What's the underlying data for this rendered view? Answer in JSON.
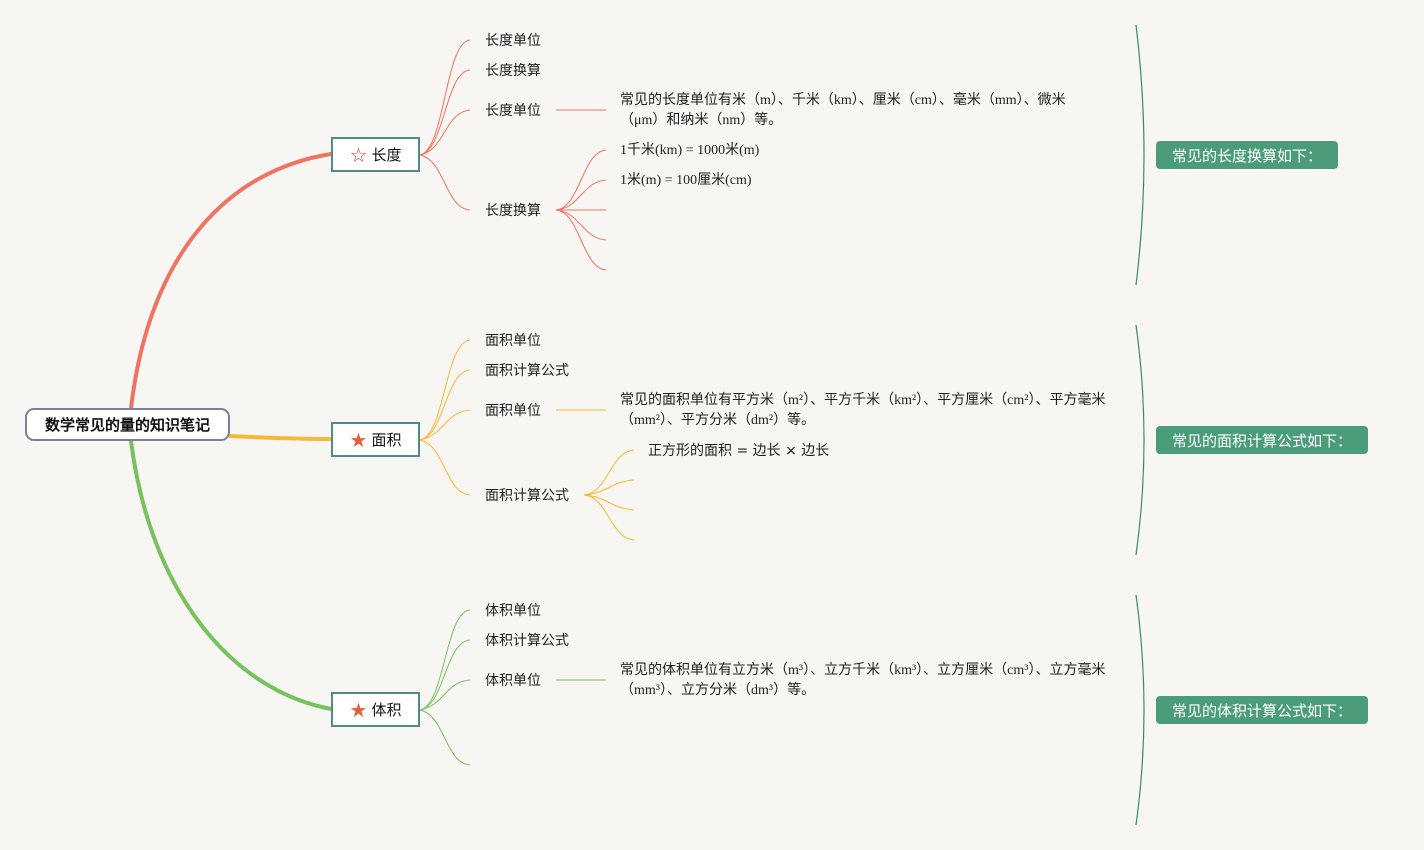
{
  "root": {
    "title": "数学常见的量的知识笔记"
  },
  "colors": {
    "length": "#ee7461",
    "area": "#f3bb34",
    "volume": "#76c25e",
    "summary": "#4b9d7a",
    "bracket": "#3d8a66",
    "node_border": "#4f8c86",
    "root_border": "#7b7f9a"
  },
  "branches": [
    {
      "name": "长度",
      "icon": "star-outline-icon",
      "topics": [
        "长度单位",
        "长度换算"
      ],
      "detail_unit": {
        "label": "长度单位",
        "note": "常见的长度单位有米（m）、千米（km）、厘米（cm）、毫米（mm）、微米（μm）和纳米（nm）等。"
      },
      "detail_formula": {
        "label": "长度换算",
        "formulas": [
          "1千米(km) = 1000米(m)",
          "1米(m) = 100厘米(cm)"
        ]
      },
      "summary": "常见的长度换算如下："
    },
    {
      "name": "面积",
      "icon": "star-filled-icon",
      "topics": [
        "面积单位",
        "面积计算公式"
      ],
      "detail_unit": {
        "label": "面积单位",
        "note": "常见的面积单位有平方米（m²）、平方千米（km²）、平方厘米（cm²）、平方毫米（mm²）、平方分米（dm²）等。"
      },
      "detail_formula": {
        "label": "面积计算公式",
        "formulas": [
          "正方形的面积 = 边长 × 边长"
        ]
      },
      "summary": "常见的面积计算公式如下："
    },
    {
      "name": "体积",
      "icon": "star-filled-icon",
      "topics": [
        "体积单位",
        "体积计算公式"
      ],
      "detail_unit": {
        "label": "体积单位",
        "note": "常见的体积单位有立方米（m³）、立方千米（km³）、立方厘米（cm³）、立方毫米（mm³）、立方分米（dm³）等。"
      },
      "summary": "常见的体积计算公式如下："
    }
  ]
}
